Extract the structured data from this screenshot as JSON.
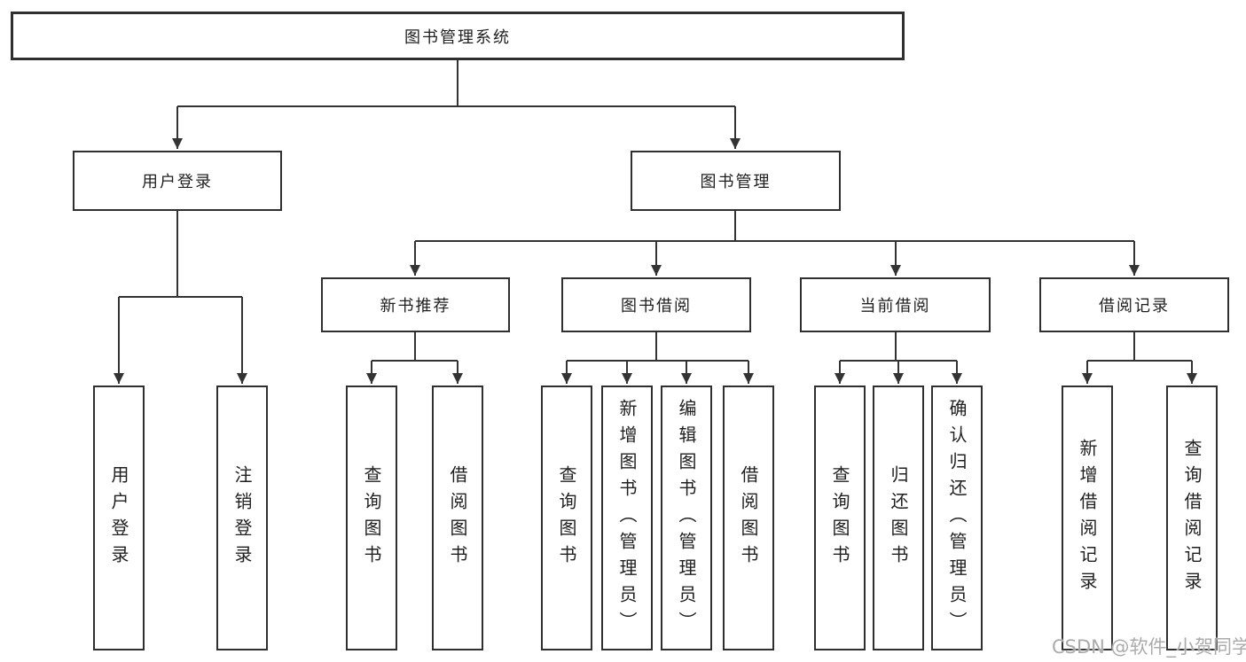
{
  "tree": {
    "root": {
      "label": "图书管理系统"
    },
    "children": [
      {
        "label": "用户登录",
        "children": [
          {
            "label": "用户登录"
          },
          {
            "label": "注销登录"
          }
        ]
      },
      {
        "label": "图书管理",
        "children": [
          {
            "label": "新书推荐",
            "children": [
              {
                "label": "查询图书"
              },
              {
                "label": "借阅图书"
              }
            ]
          },
          {
            "label": "图书借阅",
            "children": [
              {
                "label": "查询图书"
              },
              {
                "label": "新增图书（管理员）"
              },
              {
                "label": "编辑图书（管理员）"
              },
              {
                "label": "借阅图书"
              }
            ]
          },
          {
            "label": "当前借阅",
            "children": [
              {
                "label": "查询图书"
              },
              {
                "label": "归还图书"
              },
              {
                "label": "确认归还（管理员）"
              }
            ]
          },
          {
            "label": "借阅记录",
            "children": [
              {
                "label": "新增借阅记录"
              },
              {
                "label": "查询借阅记录"
              }
            ]
          }
        ]
      }
    ]
  },
  "watermark": {
    "label": "CSDN @软件_小贺同学"
  },
  "colors": {
    "line": "#333333",
    "box_border": "#2f2f2f",
    "text": "#1f1f1f",
    "watermark": "#ababab",
    "background": "#ffffff"
  }
}
